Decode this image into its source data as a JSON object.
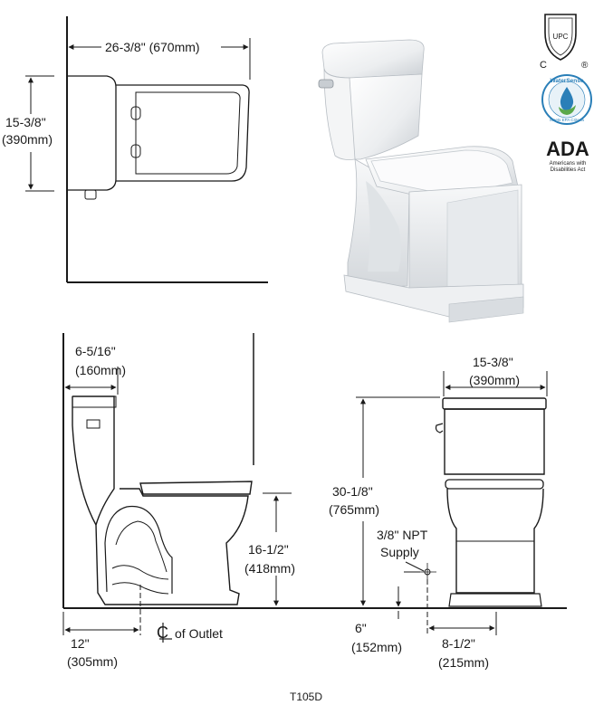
{
  "plan_view": {
    "width_imperial": "26-3/8\"",
    "width_metric": "(670mm)",
    "depth_imperial": "15-3/8\"",
    "depth_metric": "(390mm)"
  },
  "logos": {
    "upc_text": "UPC",
    "upc_c": "C",
    "upc_r": "®",
    "watersense_title": "WaterSense",
    "watersense_sub": "Meets EPA Criteria",
    "ada_title": "ADA",
    "ada_sub1": "Americans with",
    "ada_sub2": "Disabilities Act"
  },
  "side_view": {
    "tank_depth_imperial": "6-5/16\"",
    "tank_depth_metric": "(160mm)",
    "seat_height_imperial": "16-1/2\"",
    "seat_height_metric": "(418mm)",
    "rough_in_imperial": "12\"",
    "rough_in_metric": "(305mm)",
    "outlet_label": "of Outlet"
  },
  "front_view": {
    "total_height_imperial": "30-1/8\"",
    "total_height_metric": "(765mm)",
    "width_imperial": "15-3/8\"",
    "width_metric": "(390mm)",
    "supply_label1": "3/8\" NPT",
    "supply_label2": "Supply",
    "supply_height_imperial": "6\"",
    "supply_height_metric": "(152mm)",
    "supply_offset_imperial": "8-1/2\"",
    "supply_offset_metric": "(215mm)"
  },
  "model": "T105D",
  "colors": {
    "line": "#1a1a1a",
    "watersense_blue": "#2a7fb8",
    "watersense_green": "#5aa84a"
  }
}
